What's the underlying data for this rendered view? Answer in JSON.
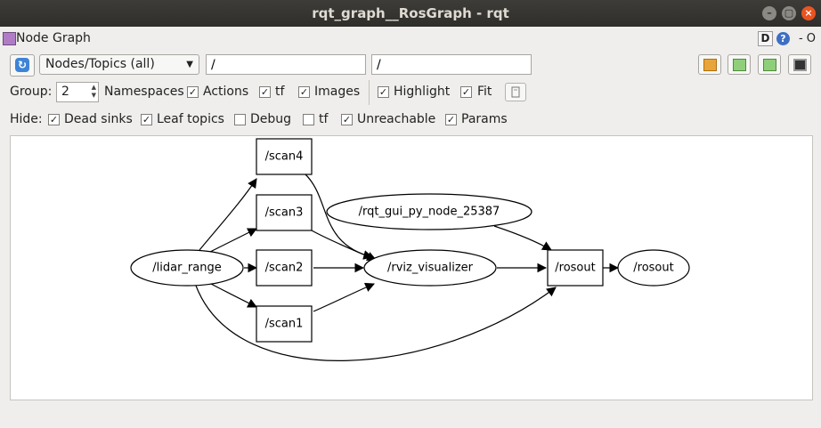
{
  "window": {
    "title": "rqt_graph__RosGraph - rqt"
  },
  "plugin": {
    "title": "Node Graph",
    "d_label": "D",
    "help_label": "?",
    "right_label": "- O"
  },
  "toolbar": {
    "mode": "Nodes/Topics (all)",
    "filter1": "/",
    "filter2": "/",
    "icons": [
      "open-file-icon",
      "save-image-icon",
      "save-dot-icon",
      "screenshot-icon"
    ]
  },
  "options": {
    "group_label": "Group:",
    "group_value": "2",
    "items": [
      {
        "label": "Namespaces",
        "checked": true
      },
      {
        "label": "Actions",
        "checked": true
      },
      {
        "label": "tf",
        "checked": true
      },
      {
        "label": "Images",
        "checked": true
      },
      {
        "label": "Highlight",
        "checked": true
      },
      {
        "label": "Fit",
        "checked": true
      }
    ]
  },
  "hide": {
    "label": "Hide:",
    "items": [
      {
        "label": "Dead sinks",
        "checked": true
      },
      {
        "label": "Leaf topics",
        "checked": true
      },
      {
        "label": "Debug",
        "checked": false
      },
      {
        "label": "tf",
        "checked": false
      },
      {
        "label": "Unreachable",
        "checked": true
      },
      {
        "label": "Params",
        "checked": true
      }
    ]
  },
  "graph": {
    "nodes": [
      {
        "id": "lidar_range",
        "label": "/lidar_range",
        "shape": "ellipse"
      },
      {
        "id": "scan4",
        "label": "/scan4",
        "shape": "box"
      },
      {
        "id": "scan3",
        "label": "/scan3",
        "shape": "box"
      },
      {
        "id": "scan2",
        "label": "/scan2",
        "shape": "box"
      },
      {
        "id": "scan1",
        "label": "/scan1",
        "shape": "box"
      },
      {
        "id": "rqt_gui",
        "label": "/rqt_gui_py_node_25387",
        "shape": "ellipse"
      },
      {
        "id": "rviz",
        "label": "/rviz_visualizer",
        "shape": "ellipse"
      },
      {
        "id": "rosout_topic",
        "label": "/rosout",
        "shape": "box"
      },
      {
        "id": "rosout_node",
        "label": "/rosout",
        "shape": "ellipse"
      }
    ],
    "edges": [
      [
        "lidar_range",
        "scan4"
      ],
      [
        "lidar_range",
        "scan3"
      ],
      [
        "lidar_range",
        "scan2"
      ],
      [
        "lidar_range",
        "scan1"
      ],
      [
        "lidar_range",
        "rosout_topic"
      ],
      [
        "scan4",
        "rviz"
      ],
      [
        "scan3",
        "rviz"
      ],
      [
        "scan2",
        "rviz"
      ],
      [
        "scan1",
        "rviz"
      ],
      [
        "rqt_gui",
        "rosout_topic"
      ],
      [
        "rviz",
        "rosout_topic"
      ],
      [
        "rosout_topic",
        "rosout_node"
      ]
    ]
  }
}
